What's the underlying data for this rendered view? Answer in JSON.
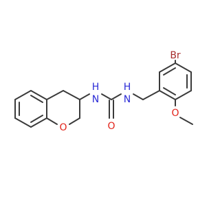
{
  "molecule": {
    "labels": {
      "nh_left": "H",
      "n_left": "N",
      "nh_right": "H",
      "n_right": "N",
      "o_carbonyl": "O",
      "o_ring": "O",
      "br": "Br",
      "o_methoxy": "O"
    },
    "colors": {
      "bond": "#3a3a3a",
      "nitrogen": "#2b2bd6",
      "oxygen": "#e2231a",
      "bromine": "#a52a2a"
    }
  }
}
